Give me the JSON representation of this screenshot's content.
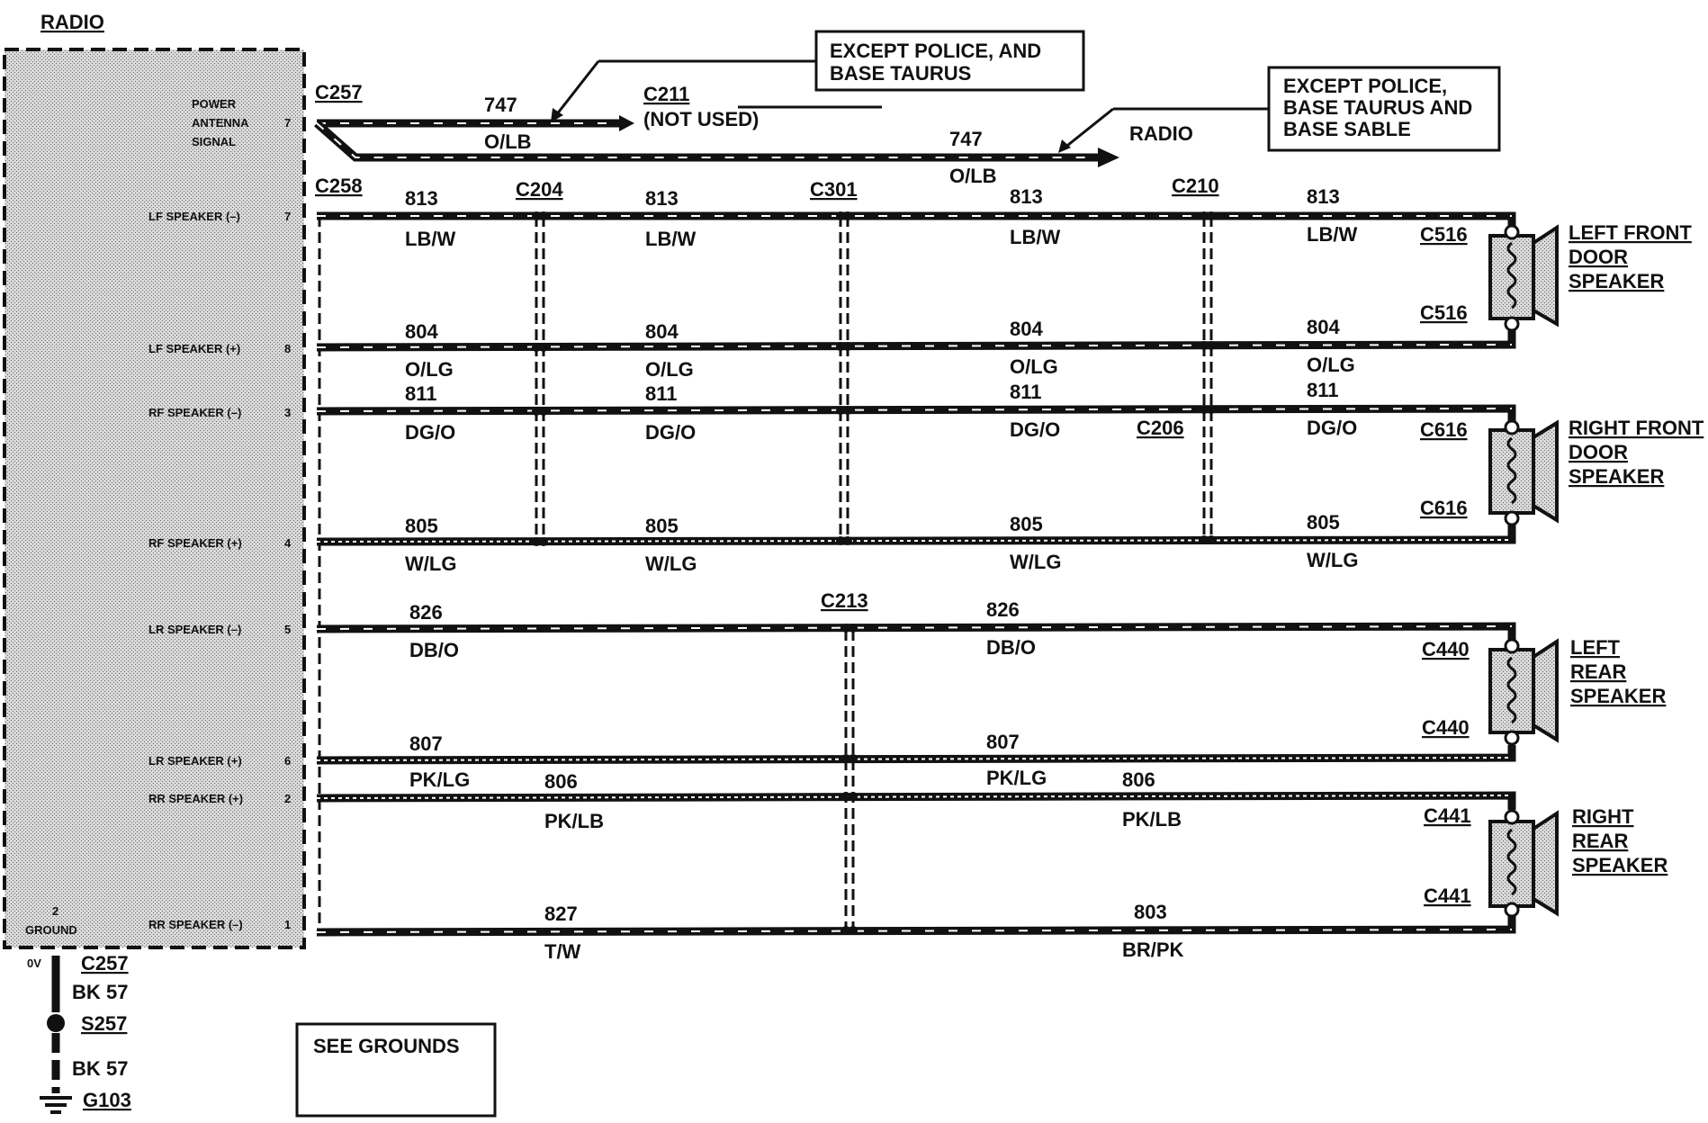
{
  "radio": {
    "title": "RADIO",
    "pins": [
      {
        "label": "POWER\nANTENNA\nSIGNAL",
        "num": "7"
      },
      {
        "label": "LF SPEAKER (–)",
        "num": "7"
      },
      {
        "label": "LF SPEAKER (+)",
        "num": "8"
      },
      {
        "label": "RF SPEAKER (–)",
        "num": "3"
      },
      {
        "label": "RF SPEAKER (+)",
        "num": "4"
      },
      {
        "label": "LR SPEAKER (–)",
        "num": "5"
      },
      {
        "label": "LR SPEAKER (+)",
        "num": "6"
      },
      {
        "label": "RR SPEAKER (+)",
        "num": "2"
      },
      {
        "label": "RR SPEAKER (–)",
        "num": "1"
      }
    ],
    "ground_num": "2",
    "ground_label": "GROUND"
  },
  "antenna": {
    "connector": "C257",
    "wire1_num": "747",
    "wire1_color": "O/LB",
    "c211": "C211",
    "not_used": "(NOT USED)",
    "note1_line1": "EXCEPT POLICE, AND",
    "note1_line2": "BASE TAURUS",
    "wire2_num": "747",
    "wire2_color": "O/LB",
    "radio_dest": "RADIO",
    "note2_line1": "EXCEPT POLICE,",
    "note2_line2": "BASE TAURUS AND",
    "note2_line3": "BASE SABLE"
  },
  "connectors": {
    "c258": "C258",
    "c204": "C204",
    "c301": "C301",
    "c210": "C210",
    "c206": "C206",
    "c213": "C213"
  },
  "circuits": {
    "lf_minus": {
      "num": "813",
      "color": "LB/W"
    },
    "lf_plus": {
      "num": "804",
      "color": "O/LG"
    },
    "rf_minus": {
      "num": "811",
      "color": "DG/O"
    },
    "rf_plus": {
      "num": "805",
      "color": "W/LG"
    },
    "lr_minus": {
      "num": "826",
      "color": "DB/O"
    },
    "lr_plus": {
      "num": "807",
      "color": "PK/LG"
    },
    "rr_plus": {
      "num": "806",
      "color": "PK/LB"
    },
    "rr_minus_a": {
      "num": "827",
      "color": "T/W"
    },
    "rr_minus_b": {
      "num": "803",
      "color": "BR/PK"
    }
  },
  "speakers": {
    "lf": {
      "connector": "C516",
      "line1": "LEFT FRONT",
      "line2": "DOOR",
      "line3": "SPEAKER"
    },
    "rf": {
      "connector": "C616",
      "line1": "RIGHT FRONT",
      "line2": "DOOR",
      "line3": "SPEAKER"
    },
    "lr": {
      "connector": "C440",
      "line1": "LEFT",
      "line2": "REAR",
      "line3": "SPEAKER"
    },
    "rr": {
      "connector": "C441",
      "line1": "RIGHT",
      "line2": "REAR",
      "line3": "SPEAKER"
    }
  },
  "ground": {
    "voltage": "0V",
    "connector": "C257",
    "wire_color1": "BK",
    "wire_num1": "57",
    "splice": "S257",
    "wire_color2": "BK",
    "wire_num2": "57",
    "ground_point": "G103",
    "see_grounds": "SEE GROUNDS"
  },
  "colors": {
    "ink": "#111111",
    "radio_fill": "#c8c8c8",
    "speaker_fill": "#bdbdbd"
  }
}
